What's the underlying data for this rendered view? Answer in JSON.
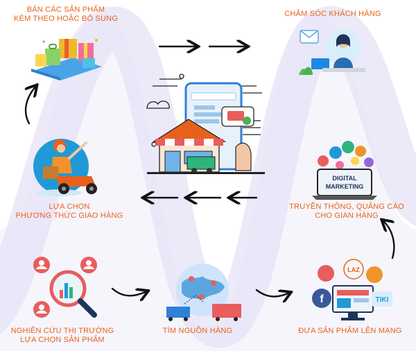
{
  "steps": {
    "research": {
      "line1": "NGHIÊN CỨU THỊ TRƯỜNG",
      "line2": "LỰA CHỌN SẢN PHẨM"
    },
    "sourcing": {
      "line1": "TÌM NGUỒN HÀNG"
    },
    "online": {
      "line1": "ĐƯA SẢN PHẨM LÊN MẠNG"
    },
    "promote": {
      "line1": "TRUYỀN THÔNG, QUẢNG CÁO",
      "line2": "CHO GIAN HÀNG"
    },
    "care": {
      "line1": "CHĂM SÓC KHÁCH HÀNG"
    },
    "upsell": {
      "line1": "BÁN CÁC SẢN PHẨM",
      "line2": "KÈM THEO HOẶC BỔ SUNG"
    },
    "delivery": {
      "line1": "LỰA CHỌN",
      "line2": "PHƯƠNG THỨC GIAO HÀNG"
    }
  },
  "illustration_text": {
    "digital": "DIGITAL",
    "marketing": "MARKETING",
    "lazada": "LAZ",
    "tiki": "TIKI",
    "facebook": "f"
  },
  "colors": {
    "label": "#e8611b",
    "accent_blue": "#2f80d9",
    "wave": "#eceaf8"
  }
}
